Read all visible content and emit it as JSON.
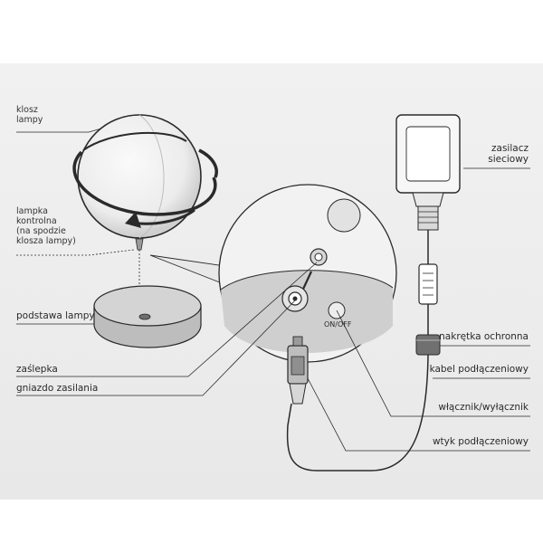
{
  "labels": {
    "klosz": "klosz\nlampy",
    "lampka": "lampka\nkontrolna\n(na spodzie\nklosza lampy)",
    "podstawa": "podstawa lampy",
    "zaslepka": "zaślepka",
    "gniazdo": "gniazdo zasilania",
    "zasilacz": "zasilacz\nsieciowy",
    "nakretka": "nakrętka ochronna",
    "kabel": "kabel podłączeniowy",
    "wlacznik": "włącznik/wyłącznik",
    "wtyk": "wtyk podłączeniowy",
    "onoff": "ON/OFF"
  },
  "colors": {
    "ink": "#2a2a2a",
    "paper": "#eeeeee",
    "fill": "#cfcfcf",
    "fill_dark": "#9a9a9a",
    "globe": "#f3f3f3"
  }
}
